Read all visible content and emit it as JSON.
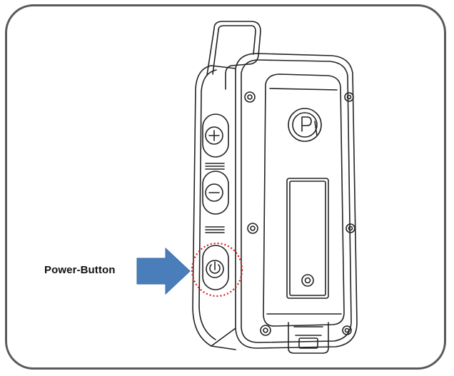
{
  "callout": {
    "label": "Power-Button",
    "arrow_color": "#4a7ebb",
    "highlight_color": "#d42020"
  },
  "device": {
    "buttons": [
      {
        "name": "volume-up",
        "icon": "plus-icon"
      },
      {
        "name": "volume-down",
        "icon": "minus-icon"
      },
      {
        "name": "power",
        "icon": "power-icon"
      }
    ],
    "ptt_button": {
      "icon_text": "P"
    }
  }
}
